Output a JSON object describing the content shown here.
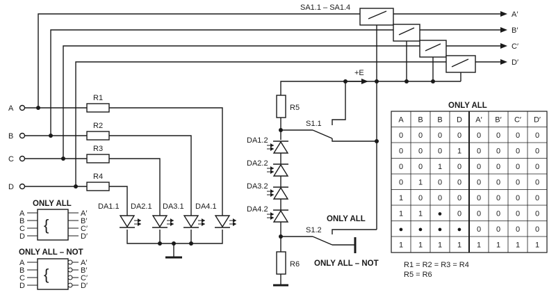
{
  "inputs": [
    "A",
    "B",
    "C",
    "D"
  ],
  "outputs": [
    "A′",
    "B′",
    "C′",
    "D′"
  ],
  "switch_group_label": "SA1.1 – SA1.4",
  "resistors": {
    "r1": "R1",
    "r2": "R2",
    "r3": "R3",
    "r4": "R4",
    "r5": "R5",
    "r6": "R6"
  },
  "leds_left": [
    "DA1.1",
    "DA2.1",
    "DA3.1",
    "DA4.1"
  ],
  "leds_right": [
    "DA1.2",
    "DA2.2",
    "DA3.2",
    "DA4.2"
  ],
  "supply_label": "+E",
  "switch_s11": "S1.1",
  "switch_s12": "S1.2",
  "mode_only_all": "ONLY ALL",
  "mode_only_all_not": "ONLY ALL – NOT",
  "symbol_only_all": {
    "title": "ONLY ALL",
    "brace": "{",
    "inputs": [
      "A",
      "B",
      "C",
      "D"
    ],
    "outputs": [
      "A′",
      "B′",
      "C′",
      "D′"
    ]
  },
  "symbol_only_all_not": {
    "title": "ONLY ALL – NOT",
    "brace": "{",
    "inputs": [
      "A",
      "B",
      "C",
      "D"
    ],
    "outputs": [
      "A′",
      "B′",
      "C′",
      "D′"
    ]
  },
  "truth_table": {
    "title": "ONLY ALL",
    "headers": [
      "A",
      "B",
      "B",
      "D",
      "A′",
      "B′",
      "C′",
      "D′"
    ],
    "rows": [
      [
        "0",
        "0",
        "0",
        "0",
        "0",
        "0",
        "0",
        "0"
      ],
      [
        "0",
        "0",
        "0",
        "1",
        "0",
        "0",
        "0",
        "0"
      ],
      [
        "0",
        "0",
        "1",
        "0",
        "0",
        "0",
        "0",
        "0"
      ],
      [
        "0",
        "1",
        "0",
        "0",
        "0",
        "0",
        "0",
        "0"
      ],
      [
        "1",
        "0",
        "0",
        "0",
        "0",
        "0",
        "0",
        "0"
      ],
      [
        "1",
        "1",
        "●",
        "0",
        "0",
        "0",
        "0",
        "0"
      ],
      [
        "●",
        "●",
        "●",
        "●",
        "0",
        "0",
        "0",
        "0"
      ],
      [
        "1",
        "1",
        "1",
        "1",
        "1",
        "1",
        "1",
        "1"
      ]
    ]
  },
  "notes": [
    "R1 = R2 = R3 = R4",
    "R5 = R6"
  ]
}
